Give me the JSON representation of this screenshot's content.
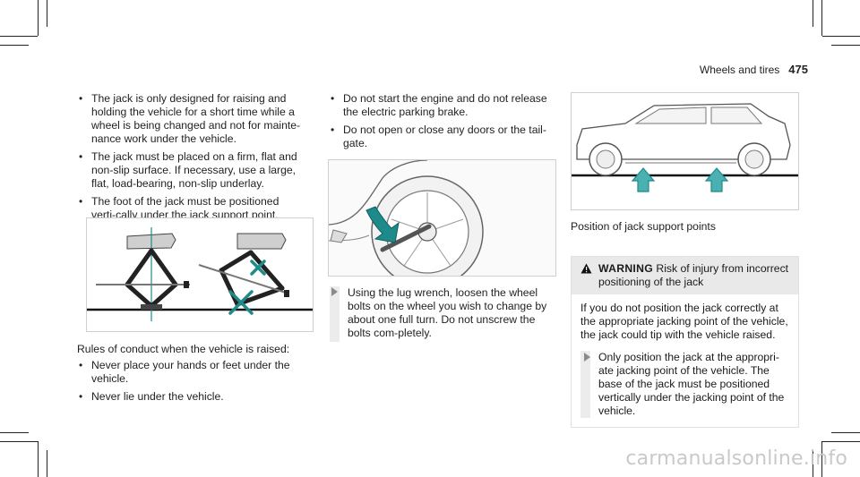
{
  "header": {
    "section": "Wheels and tires",
    "page": "475"
  },
  "col1": {
    "bullets": [
      "The jack is only designed for raising and holding the vehicle for a short time while a wheel is being changed and not for mainte-nance work under the vehicle.",
      "The jack must be placed on a firm, flat and non-slip surface. If necessary, use a large, flat, load-bearing, non-slip underlay.",
      "The foot of the jack must be positioned verti-cally under the jack support point."
    ],
    "rules_intro": "Rules of conduct when the vehicle is raised:",
    "rules": [
      "Never place your hands or feet under the vehicle.",
      "Never lie under the vehicle."
    ]
  },
  "col2": {
    "bullets": [
      "Do not start the engine and do not release the electric parking brake.",
      "Do not open or close any doors or the tail-gate."
    ],
    "step": "Using the lug wrench, loosen the wheel bolts on the wheel you wish to change by about one full turn. Do not unscrew the bolts com-pletely."
  },
  "col3": {
    "caption": "Position of jack support points",
    "warning": {
      "label": "WARNING",
      "title": "Risk of injury from incorrect positioning of the jack",
      "body": "If you do not position the jack correctly at the appropriate jacking point of the vehicle, the jack could tip with the vehicle raised.",
      "step": "Only position the jack at the appropri-ate jacking point of the vehicle. The base of the jack must be positioned vertically under the jacking point of the vehicle."
    }
  },
  "watermark": "carmanualsonline.info",
  "colors": {
    "teal": "#1f8a8a",
    "text": "#222222",
    "warning_bg": "#e9e9e9"
  },
  "icons": {
    "warning": "warning-triangle-icon",
    "step": "step-arrow-icon"
  }
}
